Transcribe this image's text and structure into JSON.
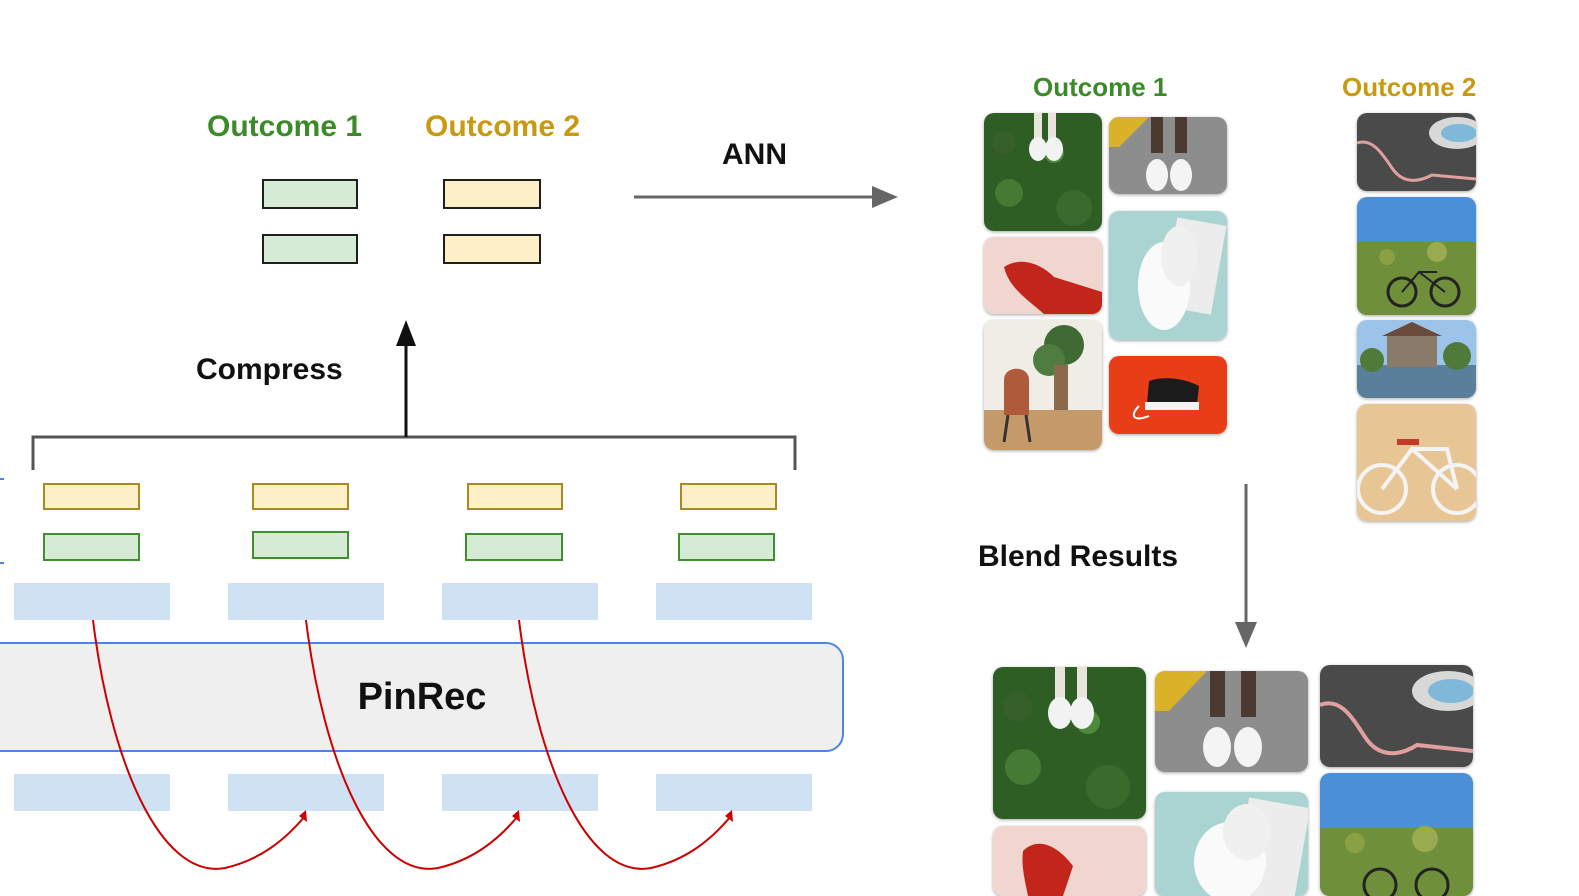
{
  "embeddings": {
    "outcome1_label": "Outcome 1",
    "outcome2_label": "Outcome 2"
  },
  "steps": {
    "compress_label": "Compress",
    "ann_label": "ANN",
    "blend_label": "Blend Results"
  },
  "model": {
    "name": "PinRec"
  },
  "results": {
    "outcome1_label": "Outcome 1",
    "outcome2_label": "Outcome 2"
  },
  "colors": {
    "outcome1": "#3d8a2a",
    "outcome2": "#c89a12",
    "attention_arrow": "#cc0000",
    "token_bar": "#cfe2f3",
    "pinrec_border": "#4a86e8"
  },
  "images": {
    "outcome1": [
      "shoes-on-grass",
      "shoes-on-road",
      "red-boot",
      "white-sneakers",
      "chair-and-plant",
      "black-sneaker-on-red"
    ],
    "outcome2": [
      "skatepark",
      "bicycle-in-field",
      "mill-by-river",
      "white-bicycle"
    ],
    "blended": [
      "shoes-on-grass",
      "shoes-on-road",
      "skatepark",
      "red-boot",
      "white-sneakers",
      "bicycle-in-field"
    ]
  }
}
